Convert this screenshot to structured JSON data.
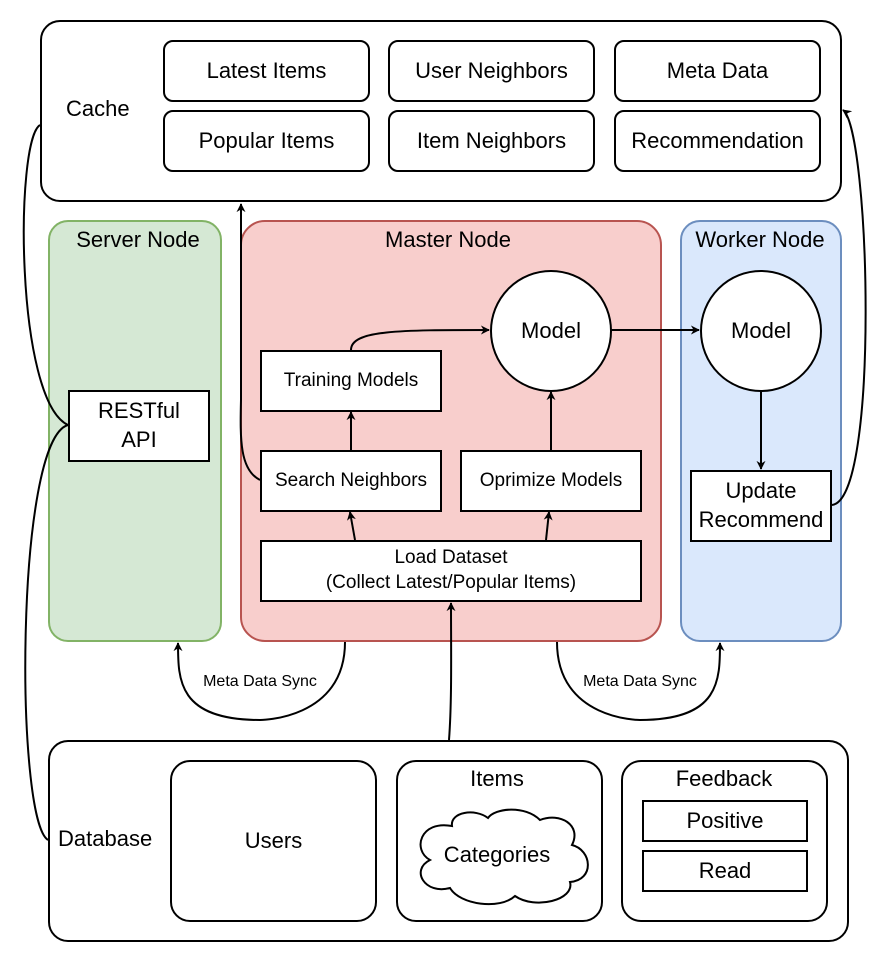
{
  "cache": {
    "label": "Cache",
    "items": [
      "Latest Items",
      "User Neighbors",
      "Meta Data",
      "Popular Items",
      "Item Neighbors",
      "Recommendation"
    ]
  },
  "server_node": {
    "label": "Server Node",
    "api": "RESTful\nAPI",
    "color": "#d5e8d4",
    "border": "#82b366"
  },
  "master_node": {
    "label": "Master Node",
    "model": "Model",
    "training": "Training Models",
    "search": "Search Neighbors",
    "optimize": "Oprimize Models",
    "load": "Load Dataset\n(Collect Latest/Popular Items)",
    "color": "#f8cecc",
    "border": "#b85450"
  },
  "worker_node": {
    "label": "Worker Node",
    "model": "Model",
    "update": "Update\nRecommend",
    "color": "#dae8fc",
    "border": "#6c8ebf"
  },
  "sync": {
    "left": "Meta Data Sync",
    "right": "Meta Data Sync"
  },
  "database": {
    "label": "Database",
    "users": "Users",
    "items": "Items",
    "categories": "Categories",
    "feedback": "Feedback",
    "positive": "Positive",
    "read": "Read"
  }
}
